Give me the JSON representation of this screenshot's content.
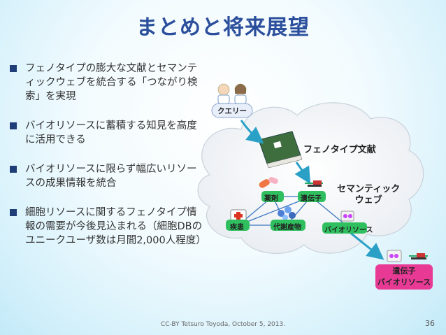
{
  "title": "まとめと将来展望",
  "bullets": [
    "フェノタイプの膨大な文献とセマンティックウェブを統合する「つながり検索」を実現",
    "バイオリソースに蓄積する知見を高度に活用できる",
    "バイオリソースに限らず幅広いリソースの成果情報を統合",
    "細胞リソースに関するフェノタイプ情報の需要が今後見込まれる（細胞DBのユニークユーザ数は月間2,000人程度）"
  ],
  "diagram": {
    "query_label": "クエリー",
    "literature_label": "フェノタイプ文献",
    "semantic_web_label": "セマンティック\nウェブ",
    "nodes": {
      "drug": "薬剤",
      "gene": "遺伝子",
      "disease": "疾患",
      "metabolite": "代謝産物",
      "bioresource": "バイオリソース"
    },
    "result_label": "遺伝子\nバイオリソース"
  },
  "colors": {
    "title": "#2b4f9c",
    "node_fill": "#2fbf5f",
    "arrow": "#2aa0c6",
    "result_fill": "#e83a95"
  },
  "footer": "CC-BY Tetsuro Toyoda, October 5, 2013.",
  "page_number": "36"
}
